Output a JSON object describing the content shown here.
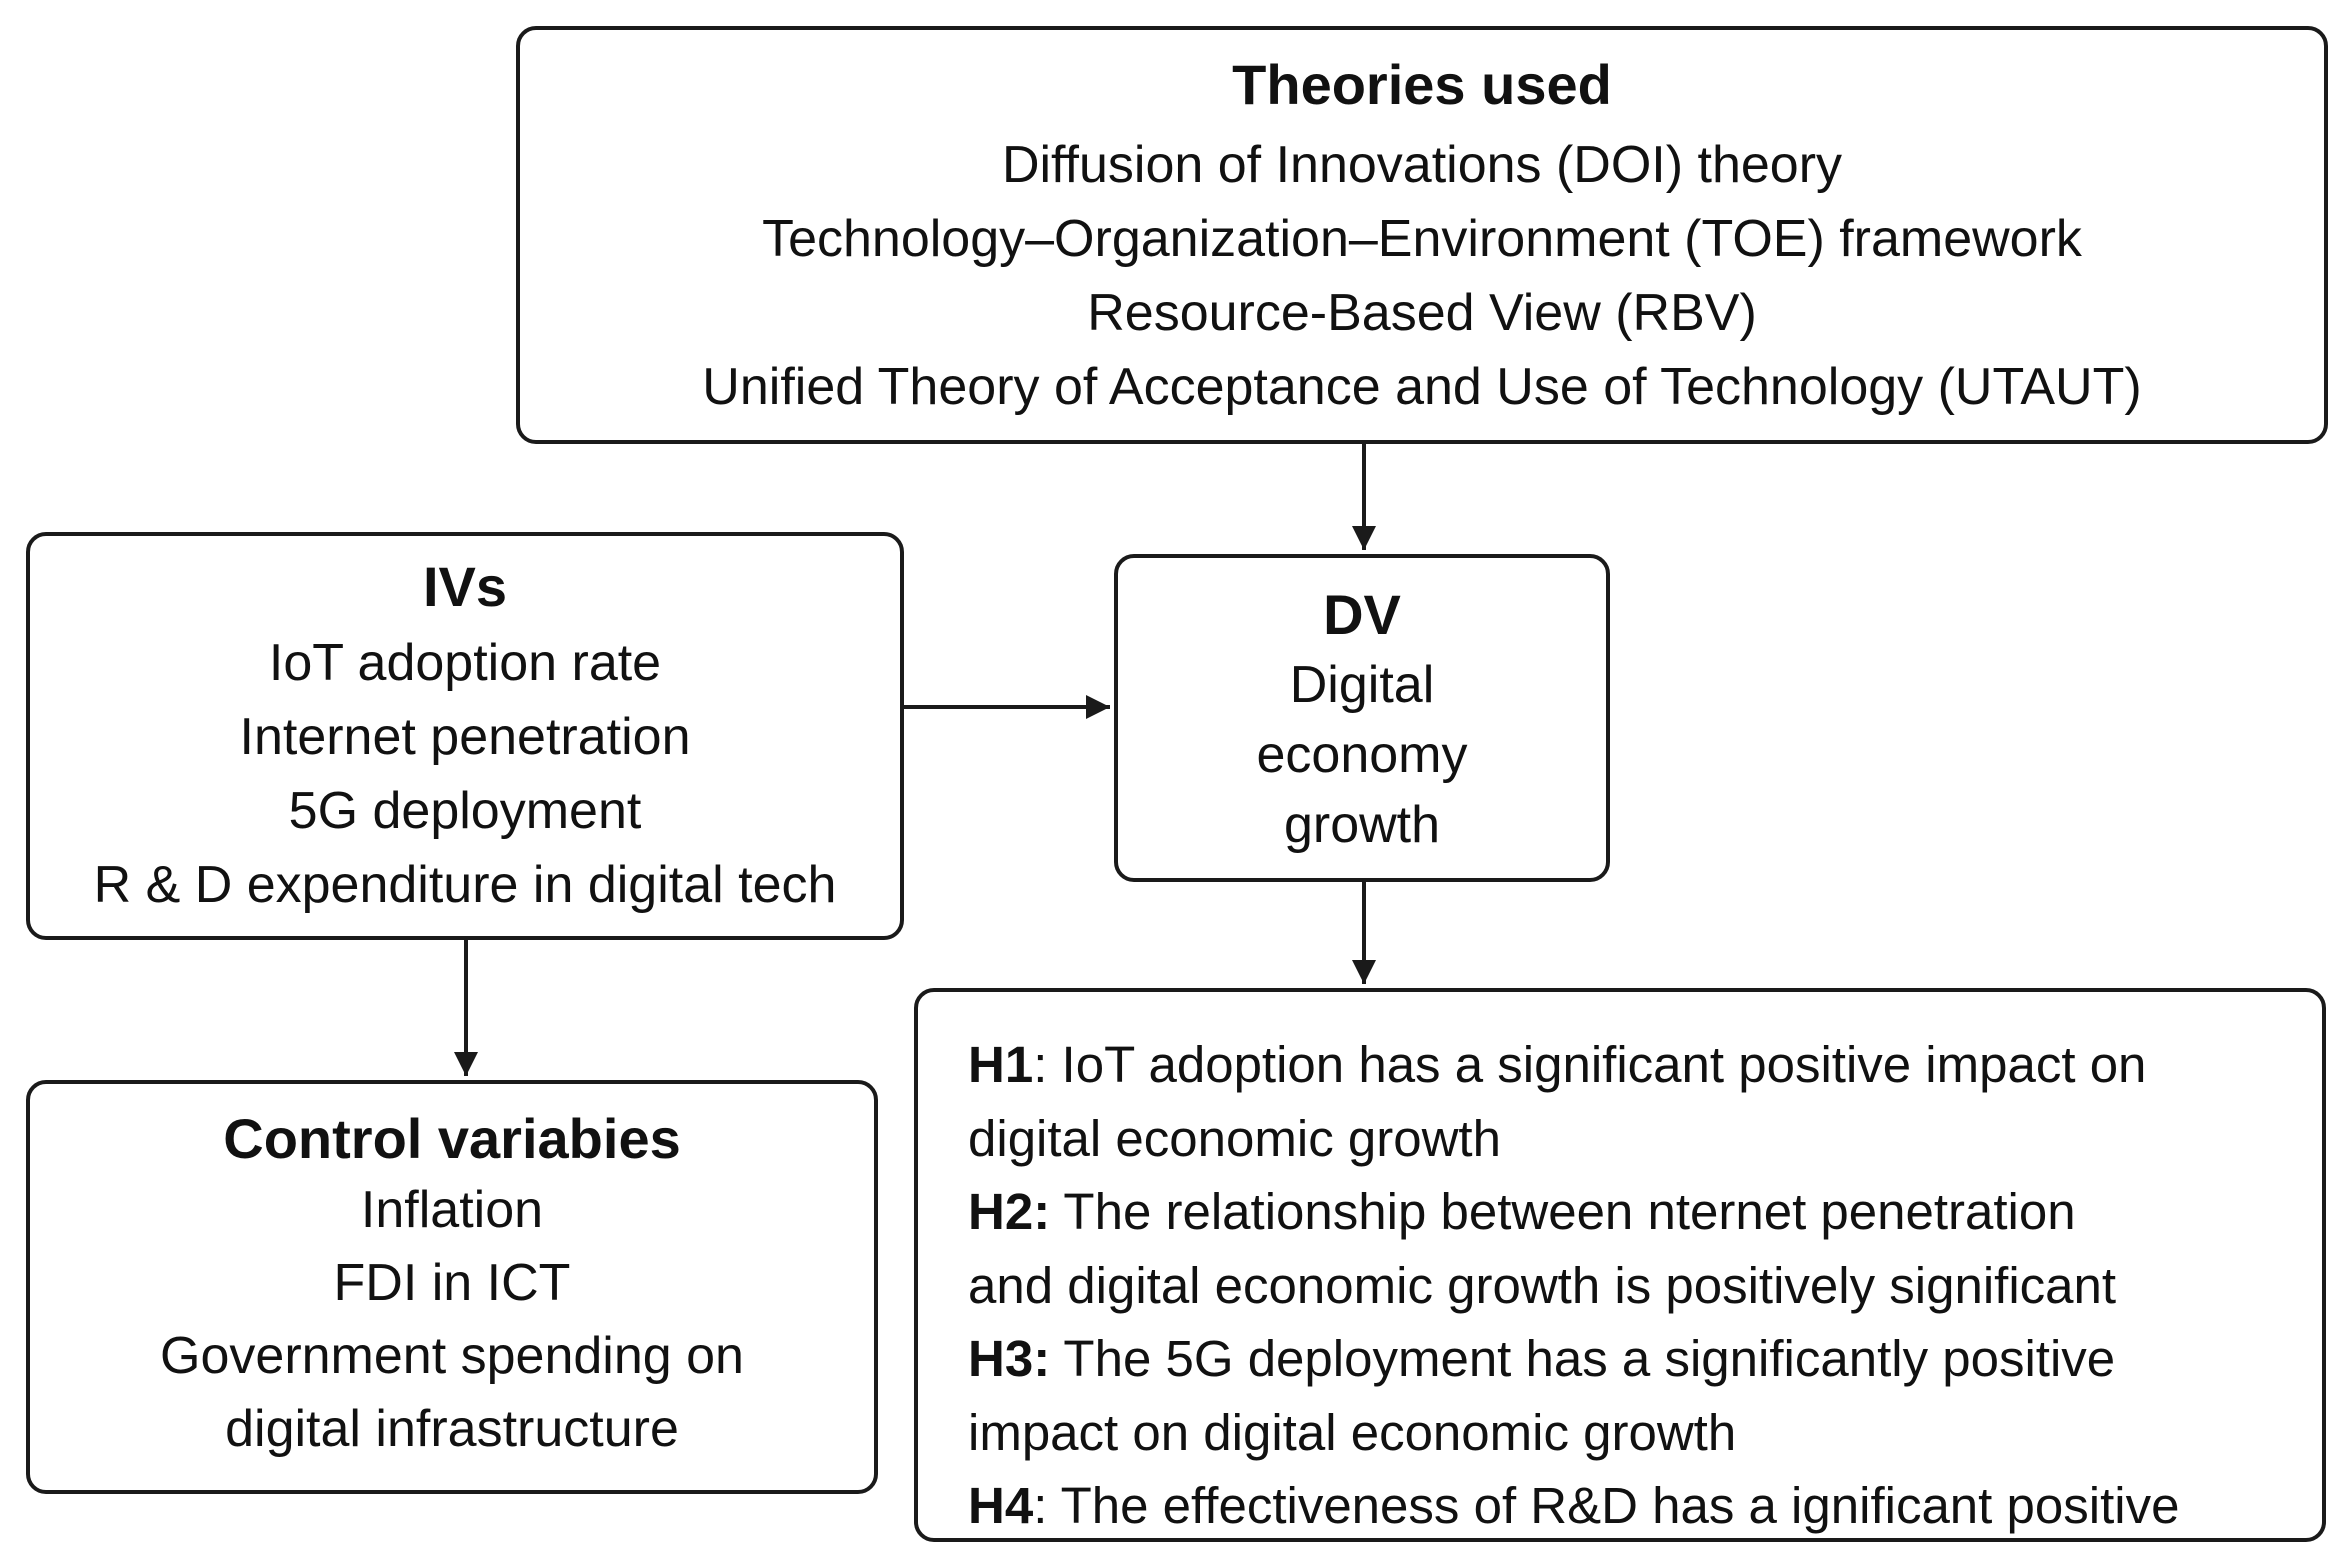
{
  "theories": {
    "title": "Theories used",
    "items": [
      "Diffusion of Innovations (DOI) theory",
      "Technology–Organization–Environment (TOE) framework",
      "Resource-Based View (RBV)",
      "Unified Theory of Acceptance and Use of Technology (UTAUT)"
    ]
  },
  "ivs": {
    "title": "IVs",
    "items": [
      "IoT adoption rate",
      "Internet penetration",
      "5G deployment",
      "R & D expenditure in digital tech"
    ]
  },
  "dv": {
    "title": "DV",
    "lines": [
      "Digital",
      "economy",
      "growth"
    ]
  },
  "controls": {
    "title": "Control variabies",
    "lines": [
      "Inflation",
      "FDI in ICT",
      "Government spending on",
      "digital infrastructure"
    ]
  },
  "hypotheses": {
    "items": [
      {
        "label": "H1",
        "sep": ":",
        "text": " IoT adoption has a significant positive impact on"
      },
      {
        "label": "",
        "sep": "",
        "text": "digital economic growth"
      },
      {
        "label": "H2",
        "sep": ":",
        "text": " The relationship between nternet penetration"
      },
      {
        "label": "",
        "sep": "",
        "text": "and digital economic growth is positively significant"
      },
      {
        "label": "H3",
        "sep": ":",
        "text": " The 5G deployment has a significantly positive"
      },
      {
        "label": "",
        "sep": "",
        "text": "impact on digital economic growth"
      },
      {
        "label": "H4",
        "sep": ":",
        "text": " The effectiveness of R&D has a ignificant positive"
      }
    ]
  },
  "colors": {
    "stroke": "#1a1a1a",
    "background": "#ffffff",
    "text": "#111111"
  }
}
